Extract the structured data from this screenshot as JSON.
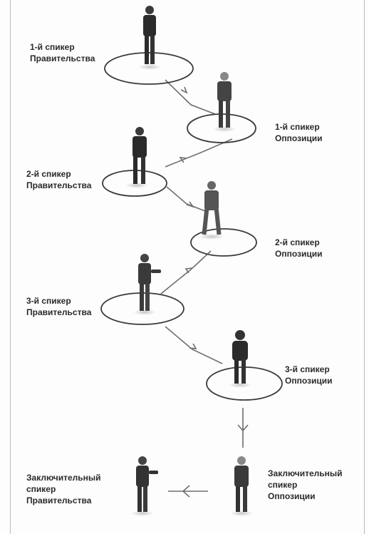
{
  "speakers": [
    {
      "line1": "1-й спикер",
      "line2": "Правительства"
    },
    {
      "line1": "1-й спикер",
      "line2": "Оппозиции"
    },
    {
      "line1": "2-й спикер",
      "line2": "Правительства"
    },
    {
      "line1": "2-й спикер",
      "line2": "Оппозиции"
    },
    {
      "line1": "3-й спикер",
      "line2": "Правительства"
    },
    {
      "line1": "3-й спикер",
      "line2": "Оппозиции"
    },
    {
      "line1": "Заключительный",
      "line2": "спикер",
      "line3": "Правительства"
    },
    {
      "line1": "Заключительный",
      "line2": "спикер",
      "line3": "Оппозиции"
    }
  ],
  "colors": {
    "figure_dark": "#2b2b2b",
    "figure_mid": "#555555",
    "ring": "#3a3a3a",
    "arrow": "#6e6e6e",
    "text": "#2a2a2a"
  }
}
